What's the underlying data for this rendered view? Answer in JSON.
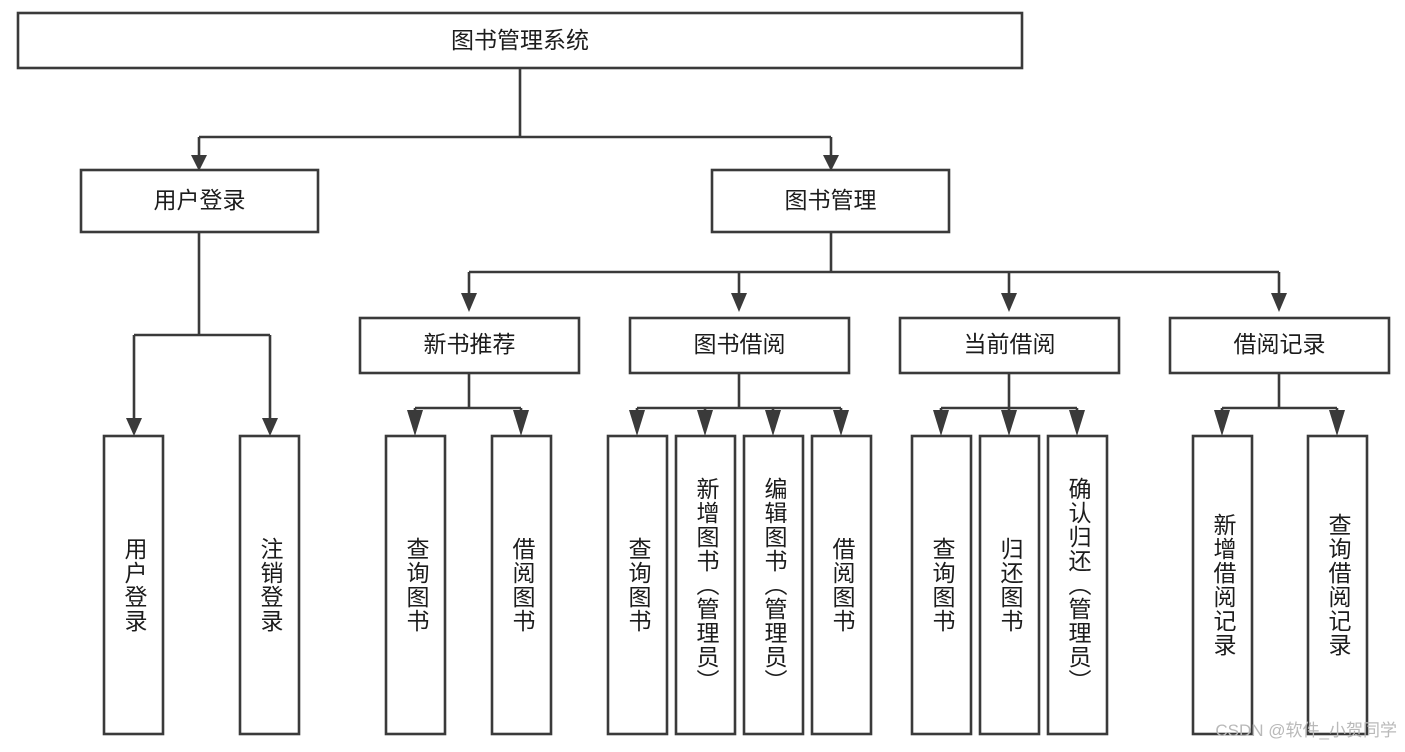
{
  "diagram": {
    "type": "tree",
    "title_node": {
      "id": "root",
      "label": "图书管理系统"
    },
    "level2": [
      {
        "id": "login",
        "label": "用户登录"
      },
      {
        "id": "bookmgmt",
        "label": "图书管理"
      }
    ],
    "level3": [
      {
        "id": "newbook",
        "label": "新书推荐",
        "parent": "bookmgmt"
      },
      {
        "id": "borrow",
        "label": "图书借阅",
        "parent": "bookmgmt"
      },
      {
        "id": "current",
        "label": "当前借阅",
        "parent": "bookmgmt"
      },
      {
        "id": "records",
        "label": "借阅记录",
        "parent": "bookmgmt"
      }
    ],
    "leaves": {
      "login": [
        {
          "id": "leaf-user-login",
          "label": "用户登录"
        },
        {
          "id": "leaf-logout",
          "label": "注销登录"
        }
      ],
      "newbook": [
        {
          "id": "leaf-query-book-1",
          "label": "查询图书"
        },
        {
          "id": "leaf-borrow-book-1",
          "label": "借阅图书"
        }
      ],
      "borrow": [
        {
          "id": "leaf-query-book-2",
          "label": "查询图书"
        },
        {
          "id": "leaf-add-book",
          "label": "新增图书（管理员）"
        },
        {
          "id": "leaf-edit-book",
          "label": "编辑图书（管理员）"
        },
        {
          "id": "leaf-borrow-book-2",
          "label": "借阅图书"
        }
      ],
      "current": [
        {
          "id": "leaf-query-book-3",
          "label": "查询图书"
        },
        {
          "id": "leaf-return-book",
          "label": "归还图书"
        },
        {
          "id": "leaf-confirm-return",
          "label": "确认归还（管理员）"
        }
      ],
      "records": [
        {
          "id": "leaf-add-record",
          "label": "新增借阅记录"
        },
        {
          "id": "leaf-query-record",
          "label": "查询借阅记录"
        }
      ]
    }
  },
  "watermark": {
    "text": "CSDN @软件_小贺同学"
  },
  "colors": {
    "stroke": "#3a3a3a",
    "box_fill": "#ffffff",
    "text": "#1c1c1c",
    "watermark": "#b9b9b9",
    "background": "#ffffff"
  }
}
